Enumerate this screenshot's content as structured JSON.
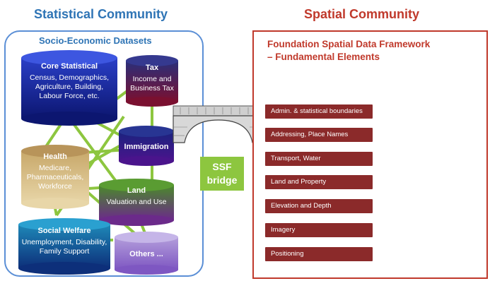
{
  "statistical": {
    "title": "Statistical Community",
    "subtitle": "Socio-Economic Datasets",
    "datasets": [
      {
        "name": "Core Statistical",
        "detail": "Census, Demographics, Agriculture, Building, Labour Force, etc."
      },
      {
        "name": "Tax",
        "detail": "Income and Business Tax"
      },
      {
        "name": "Immigration",
        "detail": ""
      },
      {
        "name": "Health",
        "detail": "Medicare, Pharmaceuticals, Workforce"
      },
      {
        "name": "Land",
        "detail": "Valuation and Use"
      },
      {
        "name": "Social Welfare",
        "detail": "Unemployment, Disability, Family Support"
      },
      {
        "name": "Others ...",
        "detail": ""
      }
    ]
  },
  "bridge": {
    "label_line1": "SSF",
    "label_line2": "bridge"
  },
  "spatial": {
    "title": "Spatial Community",
    "framework_title_line1": "Foundation Spatial Data Framework",
    "framework_title_line2": "– Fundamental Elements",
    "elements": [
      "Admin. & statistical  boundaries",
      "Addressing, Place Names",
      "Transport, Water",
      "Land and Property",
      "Elevation and Depth",
      "Imagery",
      "Positioning"
    ]
  },
  "colors": {
    "statistical_blue": "#2e74b5",
    "spatial_red": "#c0392b",
    "bar_red": "#8b2a2a",
    "bridge_green": "#8dc63f",
    "connector_green": "#8dc63f"
  }
}
